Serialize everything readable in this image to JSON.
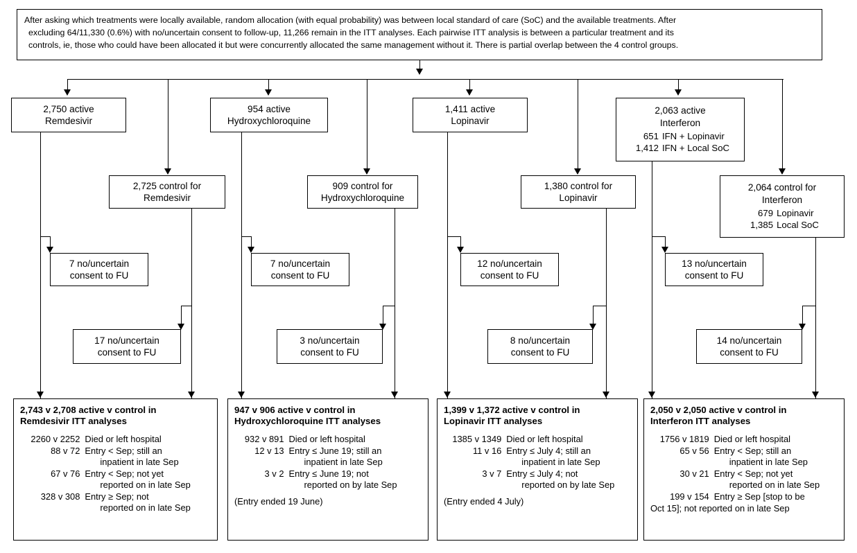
{
  "header": {
    "lines": [
      "After asking which treatments were locally available, random allocation (with equal probability) was between local standard of care (SoC) and the available treatments. After",
      "excluding 64/11,330 (0.6%) with no/uncertain consent to follow-up, 11,266 remain in the ITT analyses. Each pairwise ITT analysis is between a particular treatment and its",
      "controls, ie, those who could have been allocated it but were concurrently allocated the same management without it. There is partial overlap between the 4 control groups."
    ]
  },
  "active": [
    {
      "line1": "2,750 active",
      "line2": "Remdesivir",
      "sub": []
    },
    {
      "line1": "954 active",
      "line2": "Hydroxychloroquine",
      "sub": []
    },
    {
      "line1": "1,411 active",
      "line2": "Lopinavir",
      "sub": []
    },
    {
      "line1": "2,063 active",
      "line2": "Interferon",
      "sub": [
        {
          "num": "651",
          "label": "IFN + Lopinavir"
        },
        {
          "num": "1,412",
          "label": "IFN + Local SoC"
        }
      ]
    }
  ],
  "control": [
    {
      "line1": "2,725 control for",
      "line2": "Remdesivir",
      "sub": []
    },
    {
      "line1": "909 control for",
      "line2": "Hydroxychloroquine",
      "sub": []
    },
    {
      "line1": "1,380 control for",
      "line2": "Lopinavir",
      "sub": []
    },
    {
      "line1": "2,064 control for",
      "line2": "Interferon",
      "sub": [
        {
          "num": "679",
          "label": "Lopinavir"
        },
        {
          "num": "1,385",
          "label": "Local SoC"
        }
      ]
    }
  ],
  "exclusions_active": [
    {
      "line1": "7 no/uncertain",
      "line2": "consent to FU"
    },
    {
      "line1": "7 no/uncertain",
      "line2": "consent to FU"
    },
    {
      "line1": "12 no/uncertain",
      "line2": "consent to FU"
    },
    {
      "line1": "13 no/uncertain",
      "line2": "consent to FU"
    }
  ],
  "exclusions_control": [
    {
      "line1": "17 no/uncertain",
      "line2": "consent to FU"
    },
    {
      "line1": "3 no/uncertain",
      "line2": "consent to FU"
    },
    {
      "line1": "8 no/uncertain",
      "line2": "consent to FU"
    },
    {
      "line1": "14 no/uncertain",
      "line2": "consent to FU"
    }
  ],
  "results": [
    {
      "title_line1": "2,743 v 2,708 active v control in",
      "title_line2": "Remdesivir ITT analyses",
      "rows": [
        {
          "num": "2260 v 2252",
          "text": "Died or left hospital",
          "cont": ""
        },
        {
          "num": "88 v 72",
          "text": "Entry < Sep; still an",
          "cont": "inpatient in late Sep"
        },
        {
          "num": "67 v 76",
          "text": "Entry < Sep; not yet",
          "cont": "reported on in late Sep"
        },
        {
          "num": "328 v 308",
          "text": "Entry ≥ Sep; not",
          "cont": "reported on in late Sep"
        }
      ],
      "note": "",
      "fullwidth": ""
    },
    {
      "title_line1": "947 v 906 active v control in",
      "title_line2": "Hydroxychloroquine ITT analyses",
      "rows": [
        {
          "num": "932 v 891",
          "text": "Died or left hospital",
          "cont": ""
        },
        {
          "num": "12 v 13",
          "text": "Entry ≤ June 19; still an",
          "cont": "inpatient in late Sep"
        },
        {
          "num": "3 v 2",
          "text": "Entry ≤ June 19; not",
          "cont": "reported on by late Sep"
        }
      ],
      "note": "(Entry ended 19 June)",
      "fullwidth": ""
    },
    {
      "title_line1": "1,399 v 1,372 active v control in",
      "title_line2": "Lopinavir ITT analyses",
      "rows": [
        {
          "num": "1385 v 1349",
          "text": "Died or left hospital",
          "cont": ""
        },
        {
          "num": "11 v 16",
          "text": "Entry ≤ July 4; still an",
          "cont": "inpatient in late Sep"
        },
        {
          "num": "3 v 7",
          "text": "Entry ≤ July 4; not",
          "cont": "reported on by late Sep"
        }
      ],
      "note": "(Entry ended 4 July)",
      "fullwidth": ""
    },
    {
      "title_line1": "2,050 v 2,050 active v control in",
      "title_line2": "Interferon ITT analyses",
      "rows": [
        {
          "num": "1756 v 1819",
          "text": "Died or left hospital",
          "cont": ""
        },
        {
          "num": "65 v 56",
          "text": "Entry < Sep; still an",
          "cont": "inpatient in late Sep"
        },
        {
          "num": "30 v 21",
          "text": "Entry < Sep; not yet",
          "cont": "reported on in late Sep"
        },
        {
          "num": "199 v 154",
          "text": "Entry ≥ Sep [stop to be",
          "cont": ""
        }
      ],
      "note": "",
      "fullwidth": "Oct 15]; not reported on in late Sep"
    }
  ],
  "colors": {
    "stroke": "#000000",
    "background": "#ffffff"
  }
}
